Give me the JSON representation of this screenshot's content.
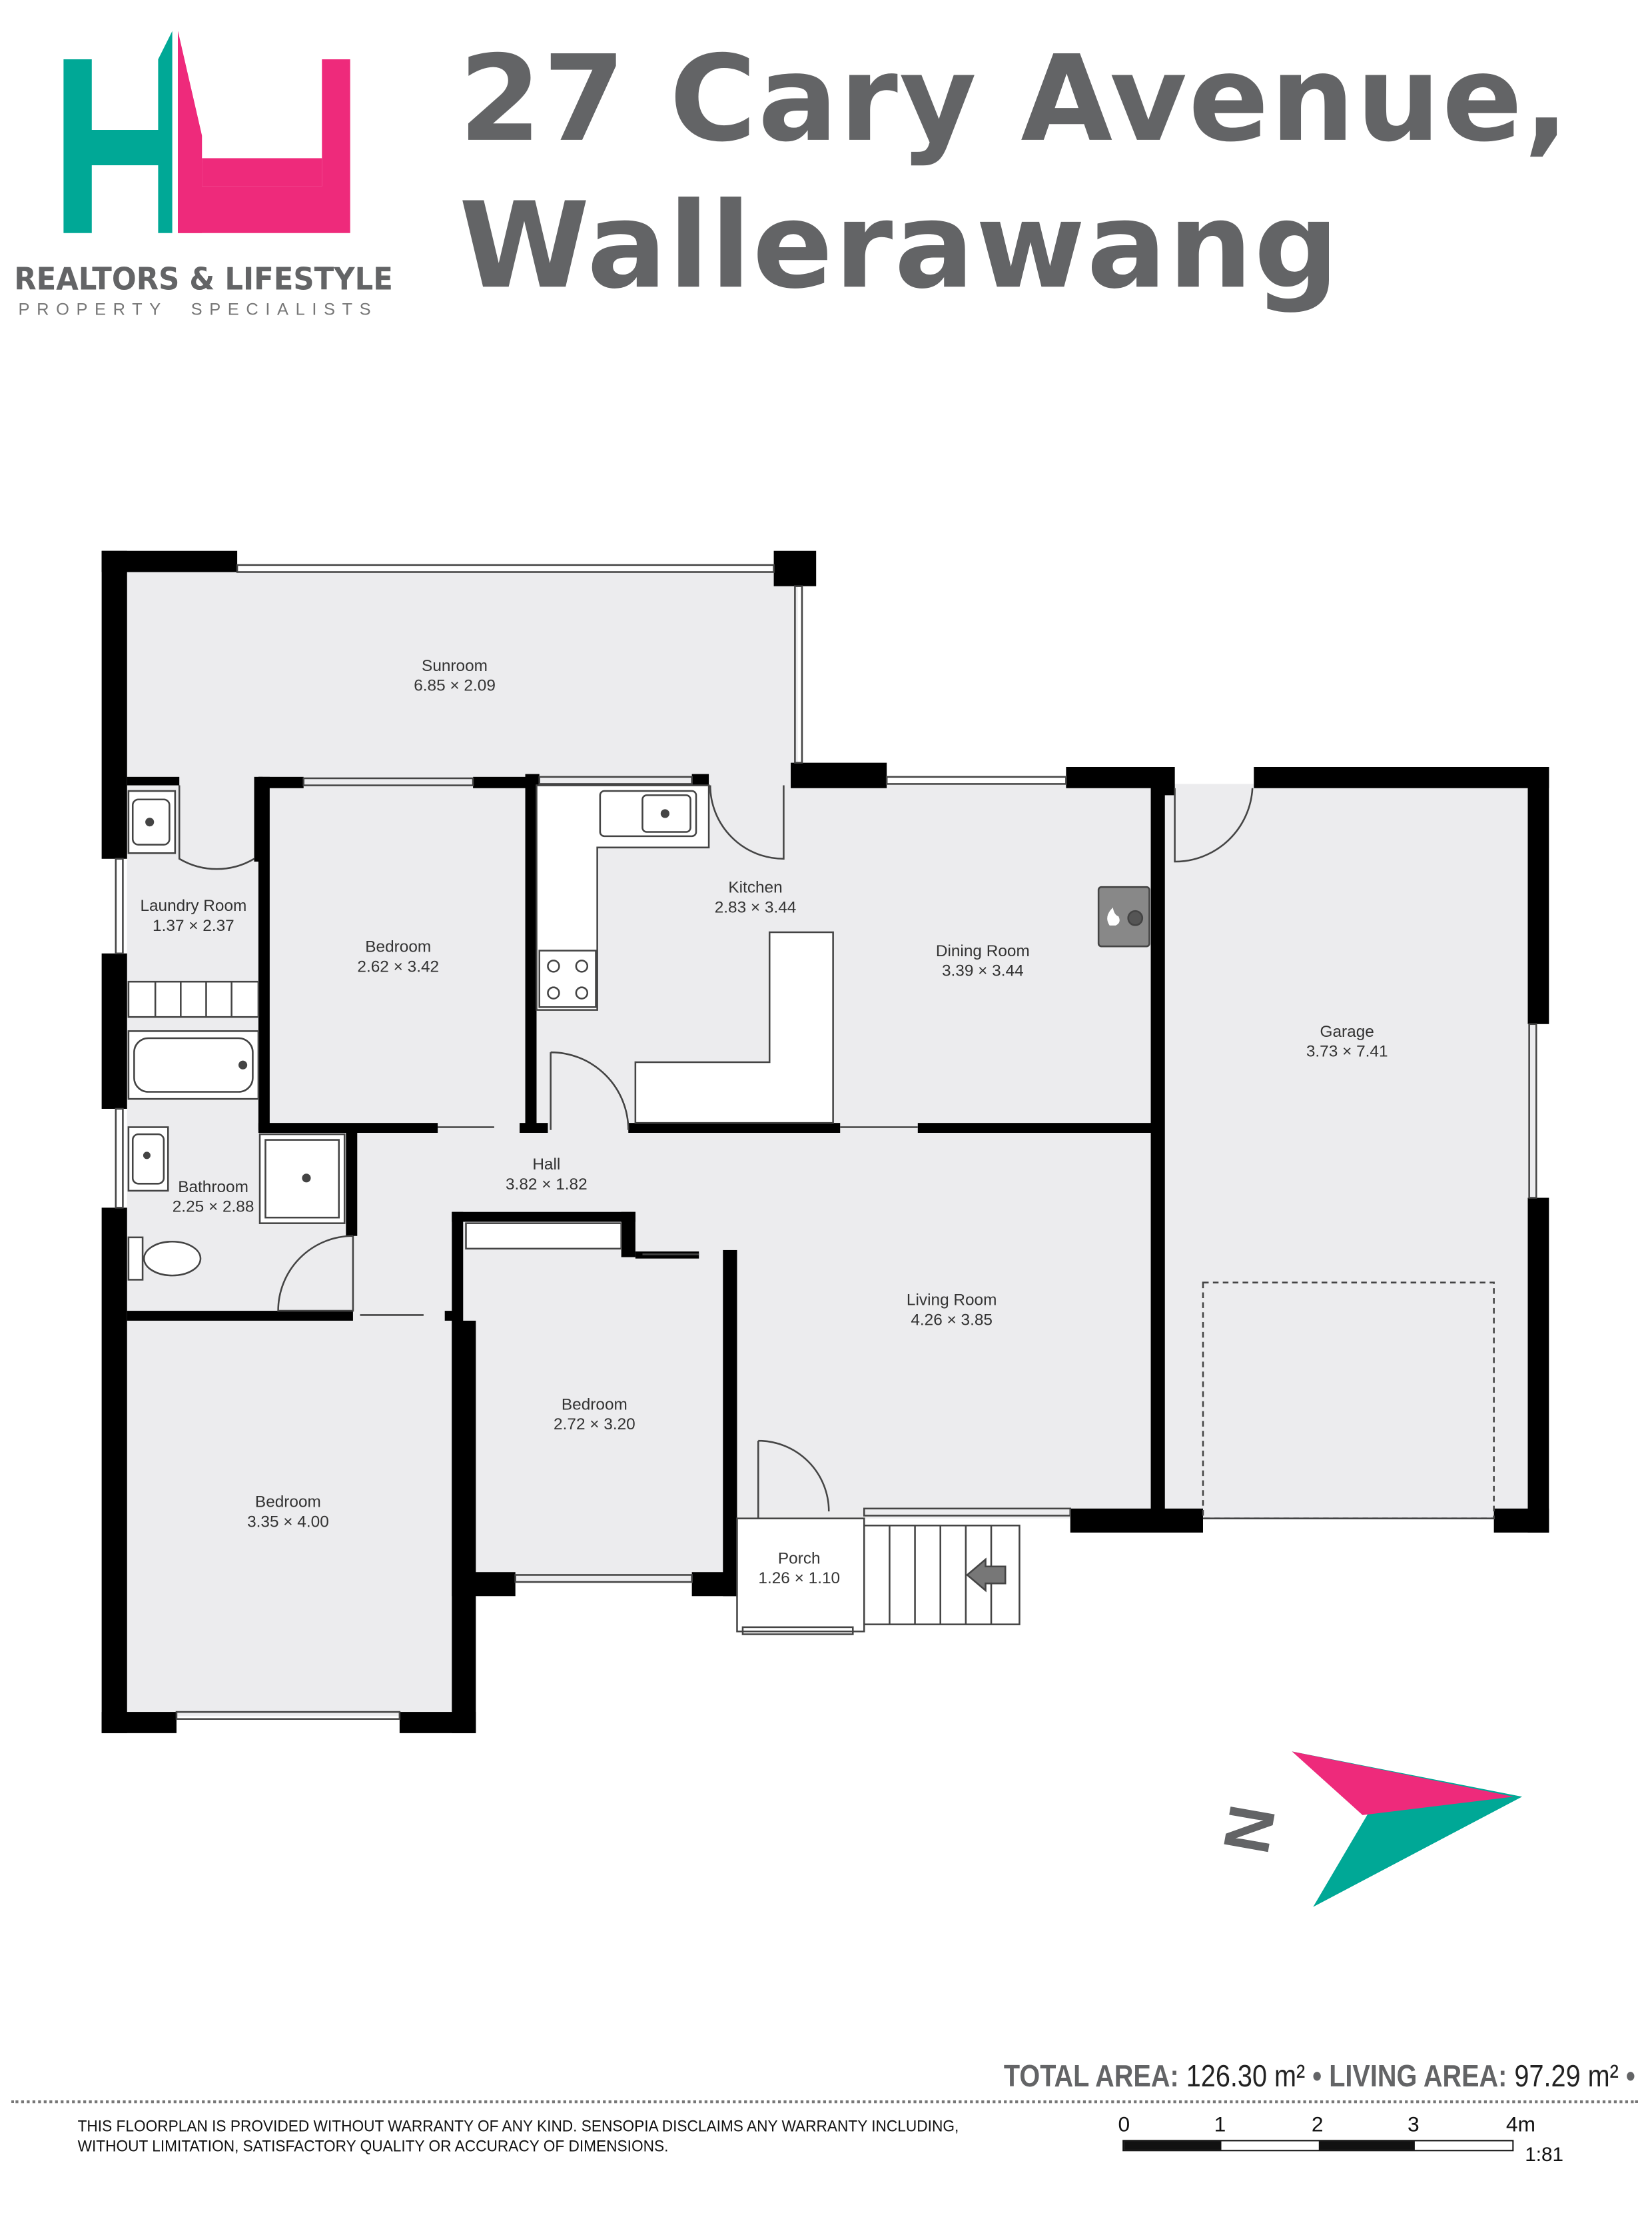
{
  "header": {
    "title_line1": "27 Cary Avenue,",
    "title_line2": "Wallerawang"
  },
  "logo": {
    "brand_name": "REALTORS & LIFESTYLE",
    "tagline": "PROPERTY  SPECIALISTS",
    "colors": {
      "teal": "#00A896",
      "pink": "#EE2A7B",
      "gray": "#636466"
    }
  },
  "rooms": [
    {
      "name": "Sunroom",
      "dims": "6.85 × 2.09"
    },
    {
      "name": "Laundry Room",
      "dims": "1.37 × 2.37"
    },
    {
      "name": "Bedroom",
      "dims": "2.62 × 3.42"
    },
    {
      "name": "Kitchen",
      "dims": "2.83 × 3.44"
    },
    {
      "name": "Dining Room",
      "dims": "3.39 × 3.44"
    },
    {
      "name": "Garage",
      "dims": "3.73 × 7.41"
    },
    {
      "name": "Bathroom",
      "dims": "2.25 × 2.88"
    },
    {
      "name": "Hall",
      "dims": "3.82 × 1.82"
    },
    {
      "name": "Living Room",
      "dims": "4.26 × 3.85"
    },
    {
      "name": "Bedroom",
      "dims": "2.72 × 3.20"
    },
    {
      "name": "Bedroom",
      "dims": "3.35 × 4.00"
    },
    {
      "name": "Porch",
      "dims": "1.26 × 1.10"
    }
  ],
  "compass": {
    "label": "N"
  },
  "footer": {
    "total_label": "TOTAL AREA:",
    "total_value": "126.30 m²",
    "living_label": "LIVING AREA:",
    "living_value": "97.29 m²",
    "separator": "•",
    "disclaimer_line1": "THIS FLOORPLAN IS PROVIDED WITHOUT WARRANTY OF ANY KIND. SENSOPIA DISCLAIMS ANY WARRANTY INCLUDING,",
    "disclaimer_line2": "WITHOUT LIMITATION, SATISFACTORY QUALITY OR ACCURACY OF DIMENSIONS.",
    "scale_ticks": [
      "0",
      "1",
      "2",
      "3",
      "4m"
    ],
    "scale_ratio": "1:81"
  }
}
